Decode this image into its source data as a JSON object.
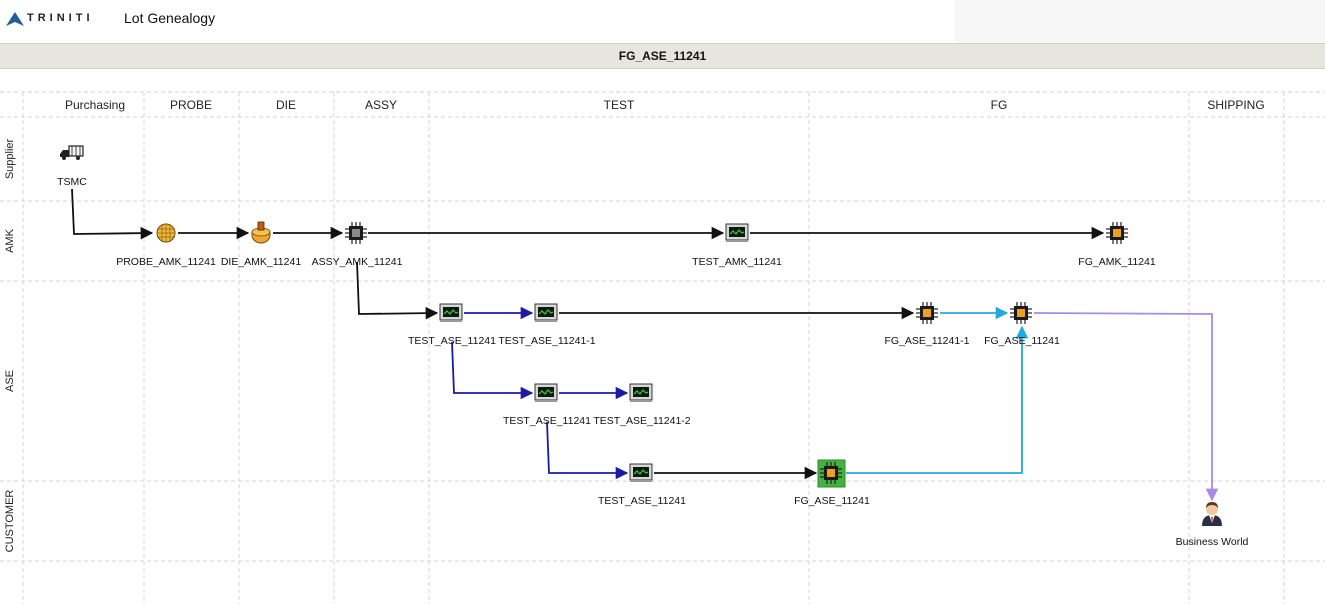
{
  "header": {
    "brand": "TRINITI",
    "app_title": "Lot Genealogy"
  },
  "lot": {
    "title": "FG_ASE_11241"
  },
  "columns": [
    "Purchasing",
    "PROBE",
    "DIE",
    "ASSY",
    "TEST",
    "FG",
    "SHIPPING"
  ],
  "rows": [
    "Supplier",
    "AMK",
    "ASE",
    "CUSTOMER"
  ],
  "nodes": [
    {
      "id": "tsmc",
      "label": "TSMC",
      "icon": "truck-icon"
    },
    {
      "id": "probe_amk",
      "label": "PROBE_AMK_11241",
      "icon": "wafer-icon"
    },
    {
      "id": "die_amk",
      "label": "DIE_AMK_11241",
      "icon": "die-icon"
    },
    {
      "id": "assy_amk",
      "label": "ASSY_AMK_11241",
      "icon": "chip-gray-icon"
    },
    {
      "id": "test_amk",
      "label": "TEST_AMK_11241",
      "icon": "monitor-icon"
    },
    {
      "id": "fg_amk",
      "label": "FG_AMK_11241",
      "icon": "chip-orange-icon"
    },
    {
      "id": "test_ase_1",
      "label": "TEST_ASE_11241",
      "icon": "monitor-icon"
    },
    {
      "id": "test_ase_1_1",
      "label": "TEST_ASE_11241-1",
      "icon": "monitor-icon"
    },
    {
      "id": "fg_ase_1",
      "label": "FG_ASE_11241-1",
      "icon": "chip-orange-icon"
    },
    {
      "id": "fg_ase_top",
      "label": "FG_ASE_11241",
      "icon": "chip-orange-icon"
    },
    {
      "id": "test_ase_2",
      "label": "TEST_ASE_11241",
      "icon": "monitor-icon"
    },
    {
      "id": "test_ase_2_2",
      "label": "TEST_ASE_11241-2",
      "icon": "monitor-icon"
    },
    {
      "id": "test_ase_3",
      "label": "TEST_ASE_11241",
      "icon": "monitor-icon"
    },
    {
      "id": "fg_ase_selected",
      "label": "FG_ASE_11241",
      "icon": "chip-selected-icon"
    },
    {
      "id": "business_world",
      "label": "Business World",
      "icon": "person-icon"
    }
  ],
  "colors": {
    "black_link": "#111111",
    "blue_link": "#1a1aa6",
    "cyan_link": "#22aadd",
    "purple_link": "#a98ae6",
    "selected_bg": "#43b23f"
  }
}
